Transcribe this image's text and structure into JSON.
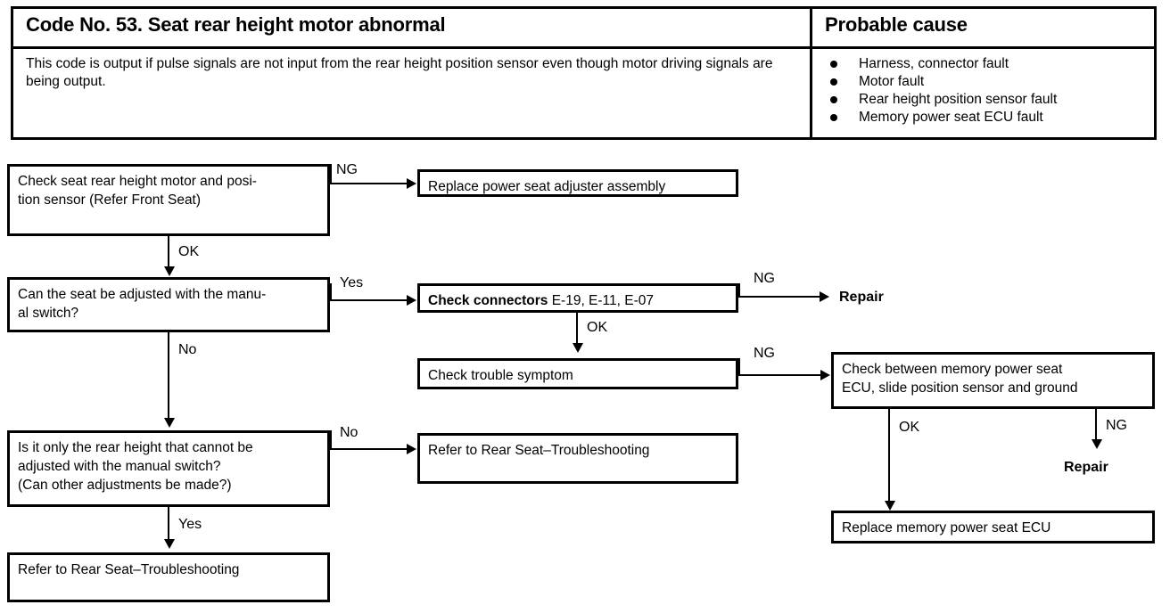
{
  "table": {
    "header_left": "Code No. 53. Seat rear height motor abnormal",
    "header_right": "Probable cause",
    "description": "This code is output if pulse signals are not input from the rear height position sensor even though motor driving signals are being output.",
    "causes": [
      "Harness, connector fault",
      "Motor fault",
      "Rear height position sensor fault",
      "Memory power seat ECU fault"
    ]
  },
  "flow": {
    "boxes": {
      "check_motor_sensor": "Check seat rear height motor and posi-\ntion sensor (Refer Front Seat)",
      "replace_adjuster": "Replace power seat adjuster assembly",
      "can_adjust_manual": "Can the seat be adjusted with the manu-\nal switch?",
      "check_connectors_bold": "Check connectors",
      "check_connectors_rest": " E-19, E-11, E-07",
      "check_trouble_symptom": "Check trouble symptom",
      "check_between_ecu": "Check between memory power seat\nECU, slide position sensor and ground",
      "refer_rear_seat_mid": "Refer to  Rear  Seat–Troubleshooting",
      "rear_height_only": "Is it only the rear height that cannot be\nadjusted with the manual switch?\n(Can other adjustments be made?)",
      "refer_rear_seat_bottom": "Refer  to  Rear  Seat–Troubleshooting",
      "replace_ecu": "Replace  memory  power  seat  ECU"
    },
    "terminals": {
      "repair_top": "Repair",
      "repair_bottom": "Repair"
    },
    "labels": {
      "ng1": "NG",
      "ok1": "OK",
      "yes1": "Yes",
      "ng2": "NG",
      "ok2": "OK",
      "no1": "No",
      "ng3": "NG",
      "no2": "No",
      "yes2": "Yes",
      "ok3": "OK",
      "ng4": "NG"
    }
  },
  "colors": {
    "ink": "#000000",
    "paper": "#ffffff"
  }
}
